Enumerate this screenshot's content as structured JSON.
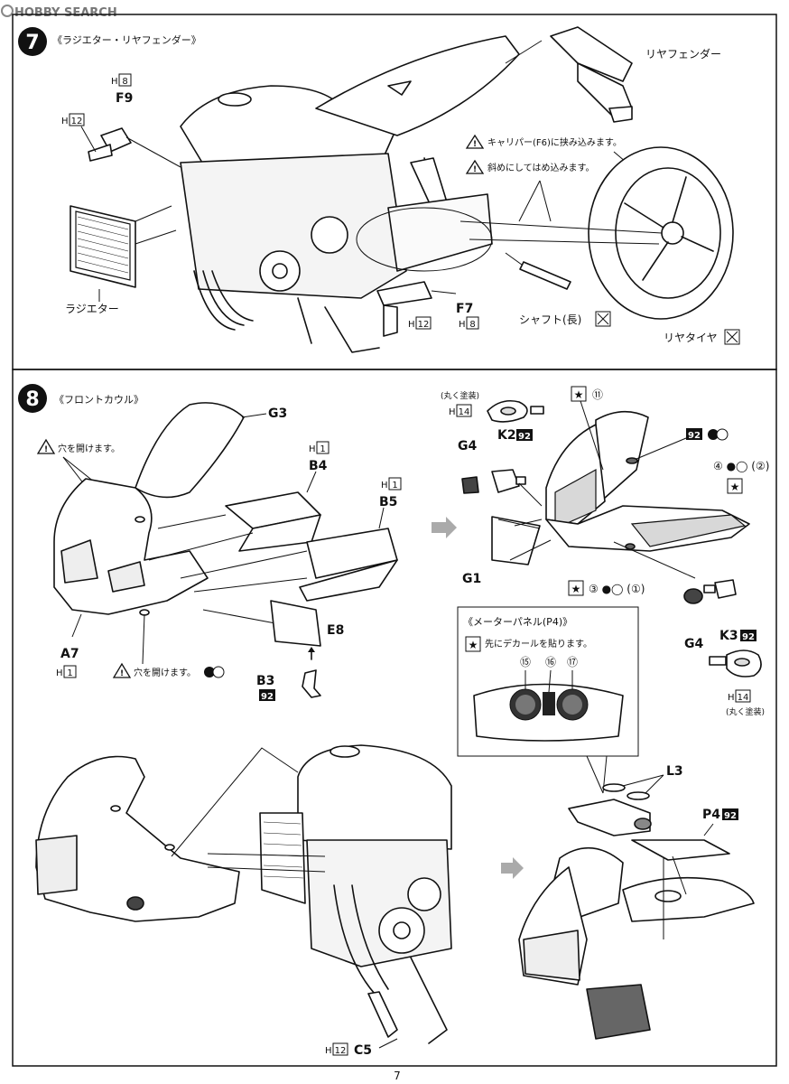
{
  "watermark": "HOBBY SEARCH",
  "page_number": "7",
  "step7": {
    "number": "7",
    "title": "《ラジエター・リヤフェンダー》",
    "labels": {
      "f9_h": "H",
      "f9_h_num": "8",
      "f9": "F9",
      "f9b_h": "H",
      "f9b_h_num": "12",
      "radiator": "ラジエター",
      "rear_fender": "リヤフェンダー",
      "note_caliper": "キャリパー(F6)に挟み込みます。",
      "note_diagonal": "斜めにしてはめ込みます。",
      "f7": "F7",
      "f7_h1": "H",
      "f7_h1_num": "12",
      "f7_h2": "H",
      "f7_h2_num": "8",
      "shaft": "シャフト(長)",
      "rear_tire": "リヤタイヤ"
    }
  },
  "step8": {
    "number": "8",
    "title": "《フロントカウル》",
    "labels": {
      "g3": "G3",
      "drill_note_1": "穴を開けます。",
      "b4_h": "H",
      "b4_h_num": "1",
      "b4": "B4",
      "b5_h": "H",
      "b5_h_num": "1",
      "b5": "B5",
      "a7": "A7",
      "a7_h": "H",
      "a7_h_num": "1",
      "drill_note_2": "穴を開けます。",
      "e8": "E8",
      "b3": "B3",
      "b3_code": "92",
      "paint_round_1": "(丸く塗装)",
      "k2_h": "H",
      "k2_h_num": "14",
      "g4_top": "G4",
      "k2": "K2",
      "k2_code": "92",
      "g1": "G1",
      "decal_11": "⑪",
      "code_92": "92",
      "decal_4_2": "④ ●◯ (②)",
      "decal_3_1": "③ ●◯ (①)",
      "g4_bottom": "G4",
      "k3": "K3",
      "k3_code": "92",
      "k3_h": "H",
      "k3_h_num": "14",
      "paint_round_2": "(丸く塗装)",
      "meter_title": "《メーターパネル(P4)》",
      "meter_note": "先にデカールを貼ります。",
      "decal_15": "⑮",
      "decal_16": "⑯",
      "decal_17": "⑰",
      "l3": "L3",
      "p4": "P4",
      "p4_code": "92",
      "c5_h": "H",
      "c5_h_num": "12",
      "c5": "C5"
    }
  }
}
